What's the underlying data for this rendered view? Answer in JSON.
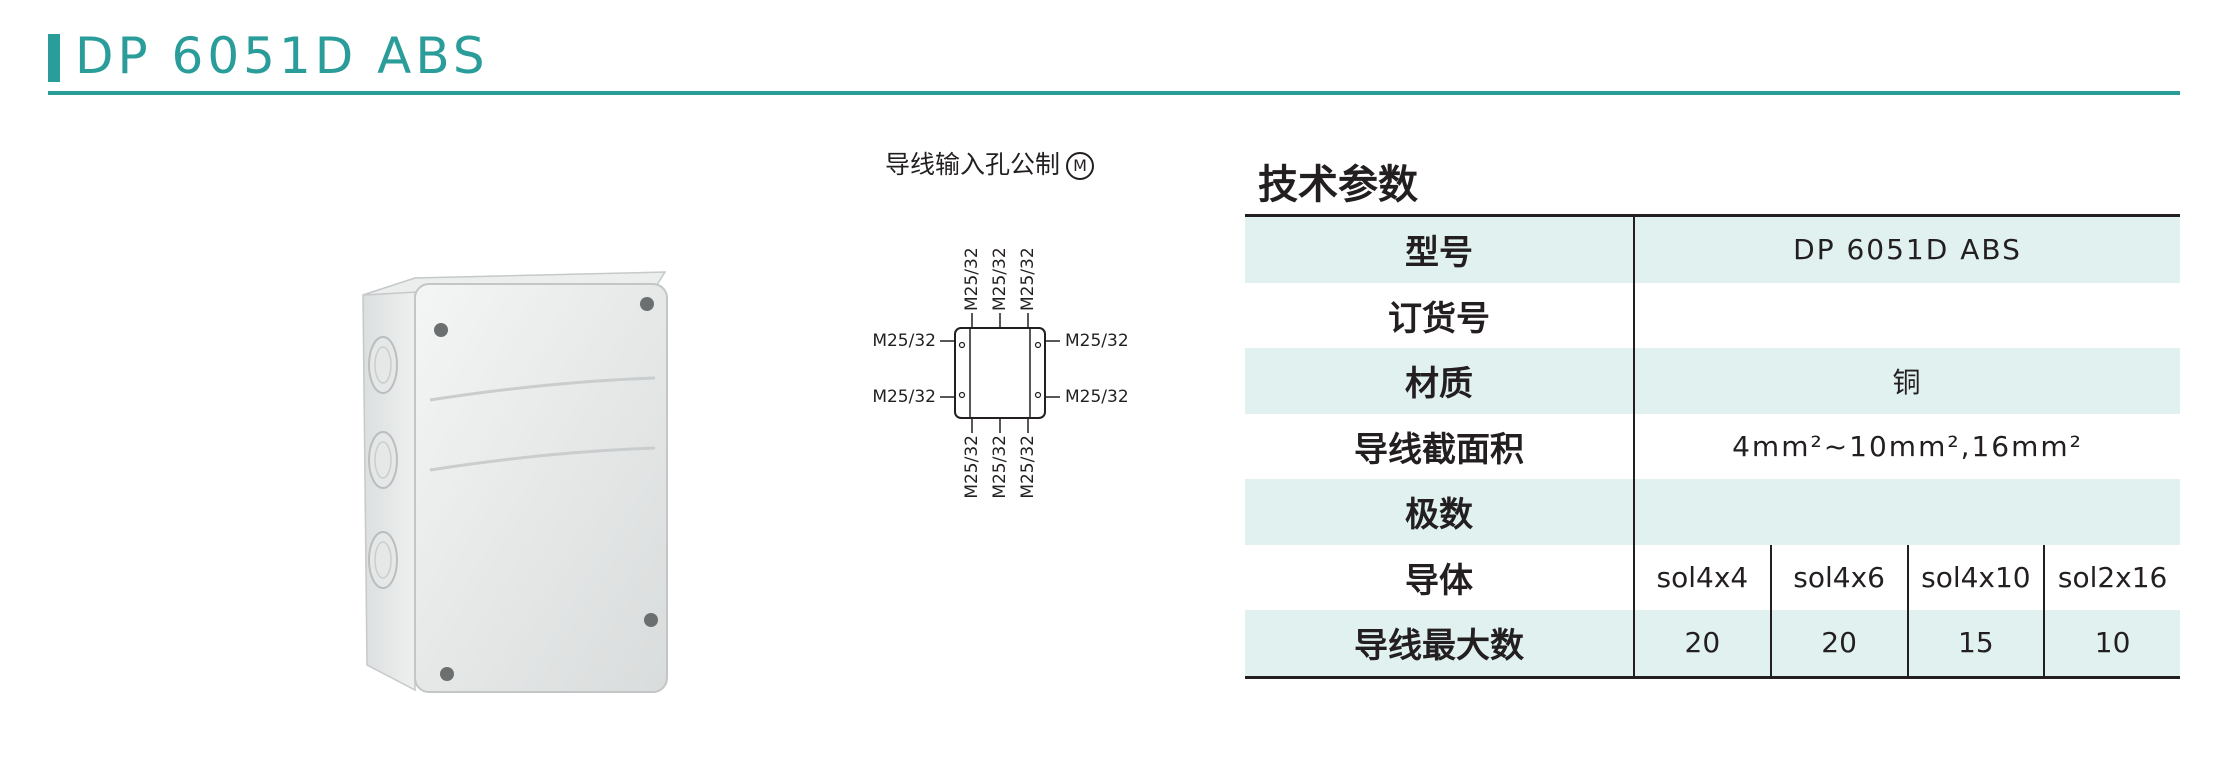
{
  "header": {
    "title": "DP 6051D ABS"
  },
  "diagram": {
    "title": "导线输入孔公制",
    "badge": "M",
    "labels": {
      "left_top": "M25/32",
      "left_bottom": "M25/32",
      "right_top": "M25/32",
      "right_bottom": "M25/32",
      "top_1": "M25/32",
      "top_2": "M25/32",
      "top_3": "M25/32",
      "bottom_1": "M25/32",
      "bottom_2": "M25/32",
      "bottom_3": "M25/32"
    }
  },
  "spec": {
    "title": "技术参数",
    "rows": [
      {
        "label": "型号",
        "value": "DP 6051D ABS"
      },
      {
        "label": "订货号",
        "value": ""
      },
      {
        "label": "材质",
        "value": "铜"
      },
      {
        "label": "导线截面积",
        "value": "4mm²~10mm²,16mm²"
      },
      {
        "label": "极数",
        "value": ""
      },
      {
        "label": "导体",
        "values": [
          "sol4x4",
          "sol4x6",
          "sol4x10",
          "sol2x16"
        ]
      },
      {
        "label": "导线最大数",
        "values": [
          "20",
          "20",
          "15",
          "10"
        ]
      }
    ]
  },
  "colors": {
    "accent": "#2a9d9a",
    "row_shade": "#e0f1ef",
    "text": "#231f20"
  }
}
